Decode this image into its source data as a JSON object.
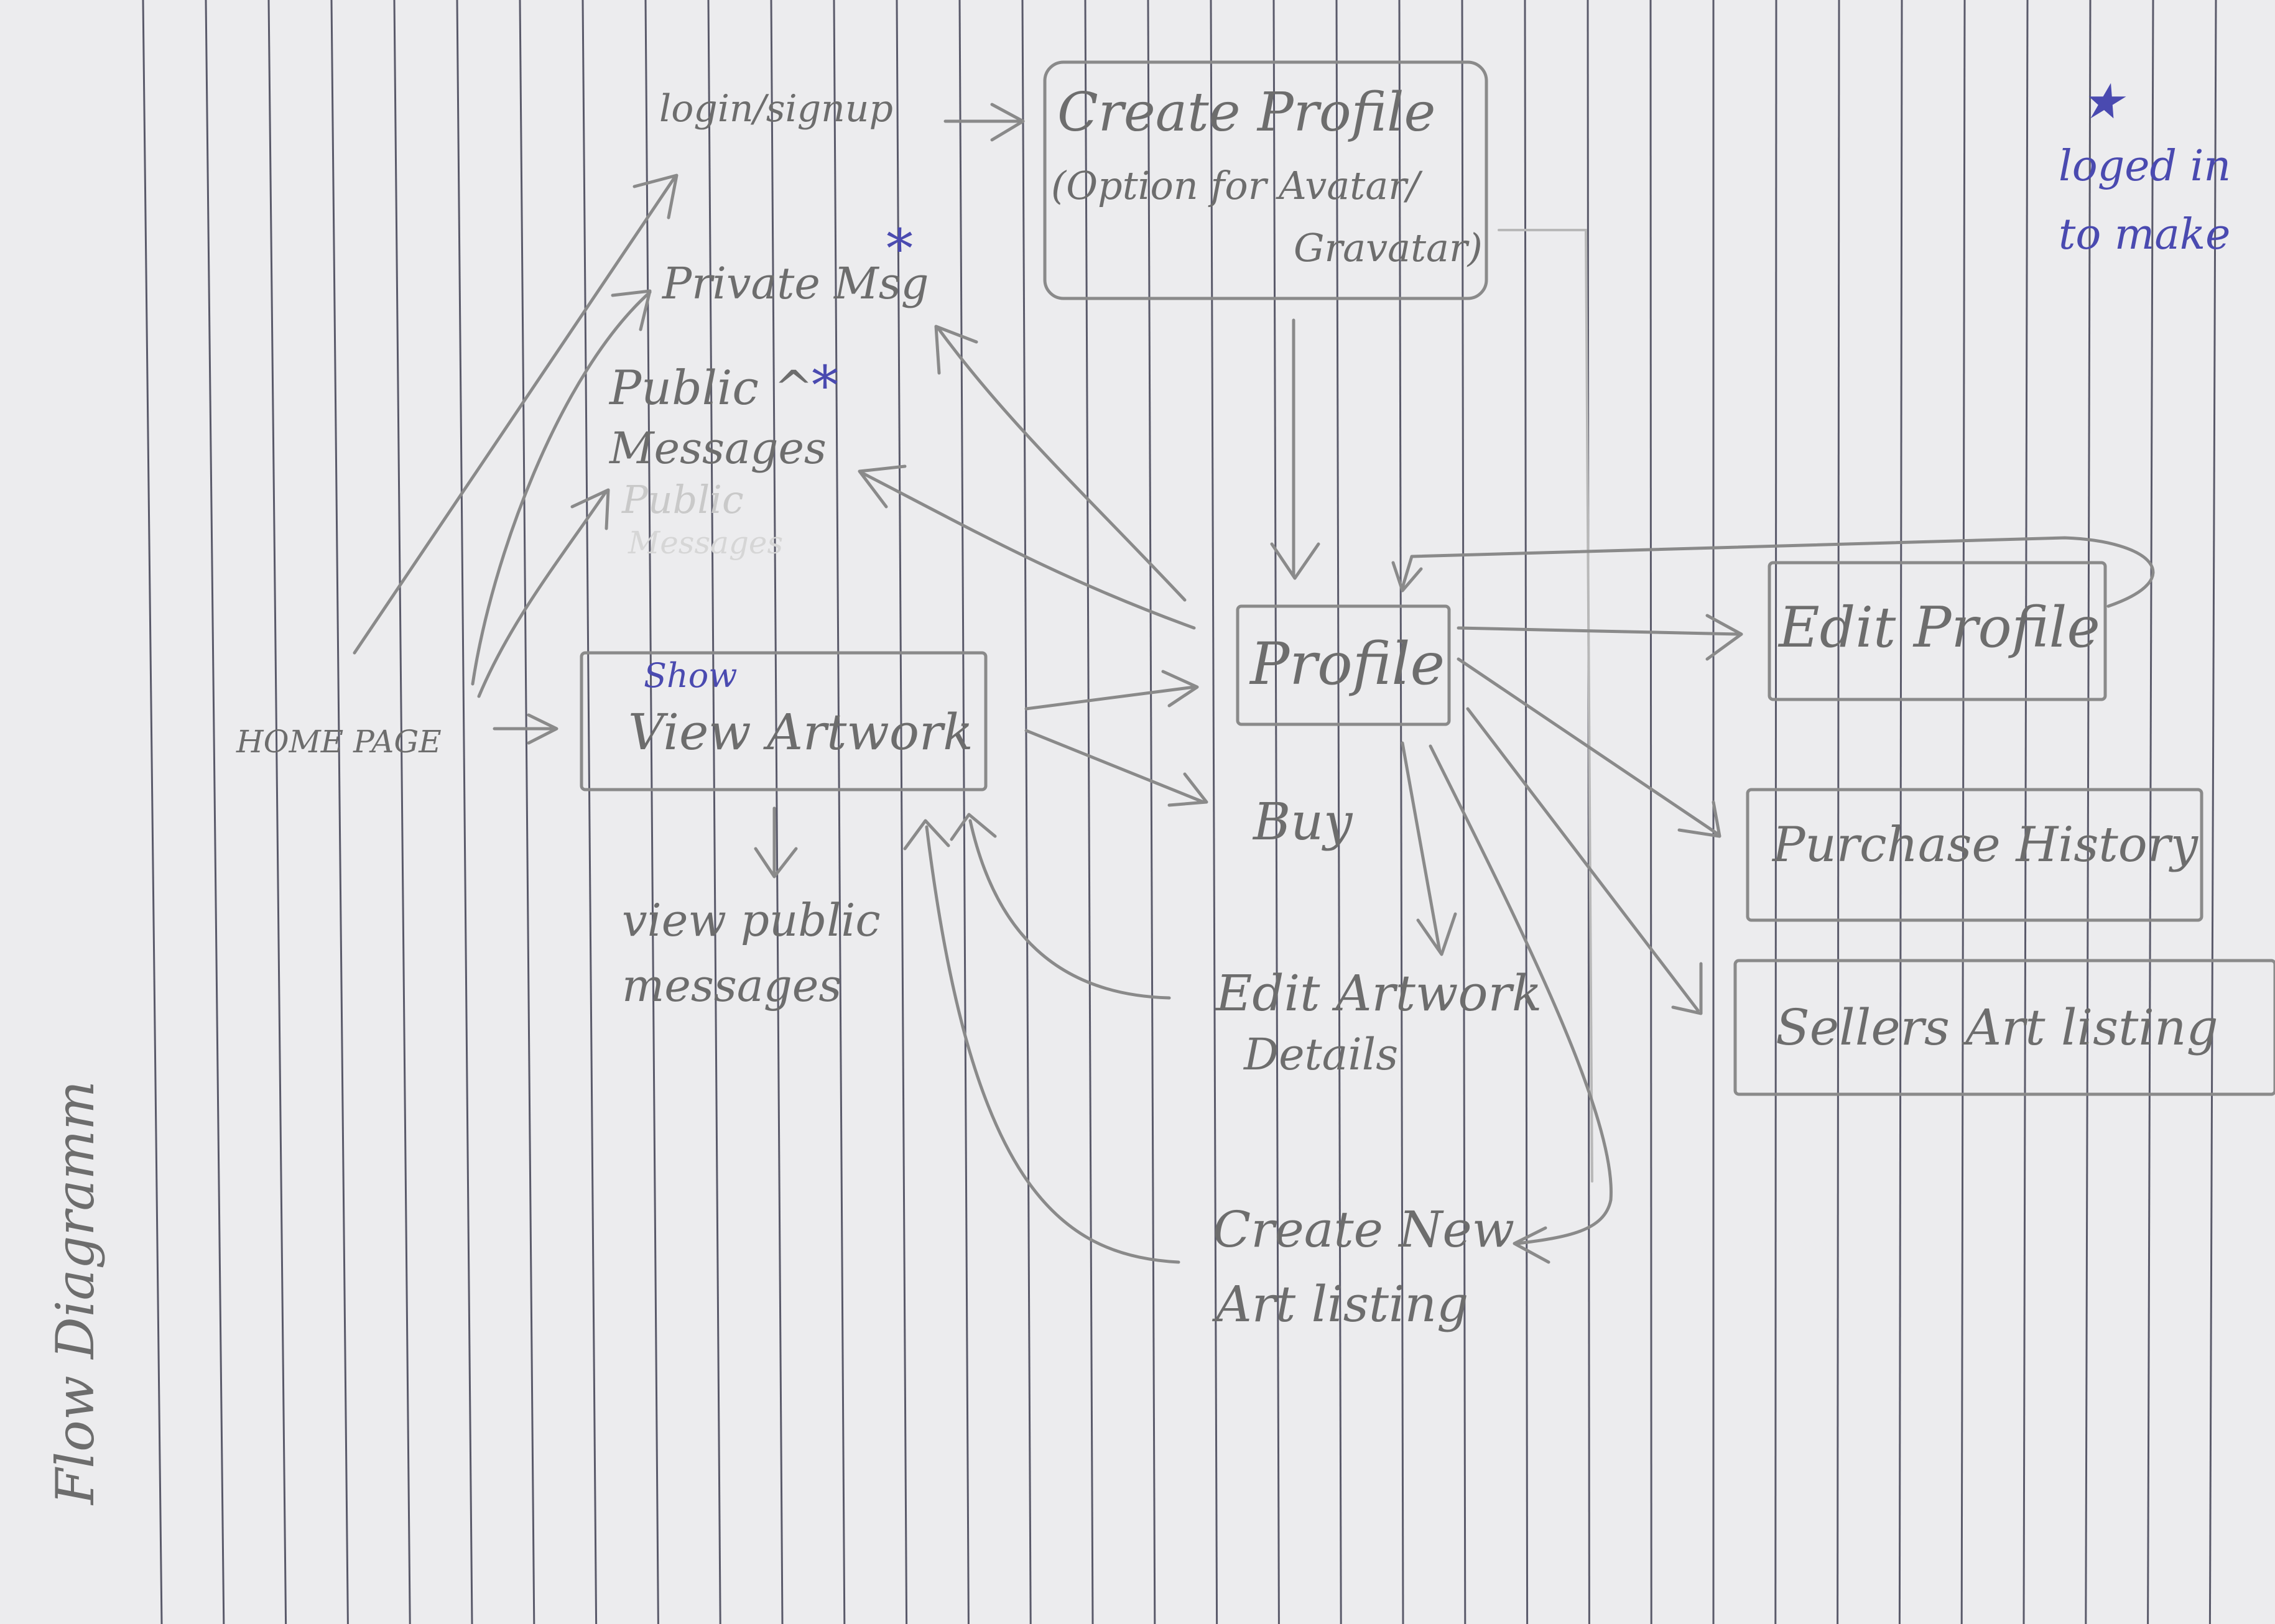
{
  "title": "Flow Diagramm",
  "legend": {
    "symbol": "★",
    "note_line1": "loged in",
    "note_line2": "to make"
  },
  "nodes": {
    "home_page": "HOME PAGE",
    "login_signup": "login/signup",
    "create_profile_line1": "Create Profile",
    "create_profile_line2": "(Option for Avatar/",
    "create_profile_line3": "Gravatar)",
    "private_msg": "Private Msg",
    "private_msg_star": "*",
    "public_messages_line1": "Public ^",
    "public_messages_line2": "Messages",
    "public_messages_star": "*",
    "faded_text_line1": "Public",
    "faded_text_line2": "Messages",
    "view_artwork": "View Artwork",
    "view_artwork_correction": "Show",
    "view_public_messages_line1": "view public",
    "view_public_messages_line2": "messages",
    "profile": "Profile",
    "buy": "Buy",
    "edit_artwork_details_line1": "Edit Artwork",
    "edit_artwork_details_line2": "Details",
    "create_new_art_listing_line1": "Create New",
    "create_new_art_listing_line2": "Art listing",
    "edit_profile": "Edit Profile",
    "purchase_history": "Purchase History",
    "sellers_art_listing": "Sellers Art listing"
  },
  "colors": {
    "paper": "#ececee",
    "rule_line": "#5a5a6a",
    "pencil": "#6d6d6d",
    "blue_ink": "#4a4ab0"
  }
}
